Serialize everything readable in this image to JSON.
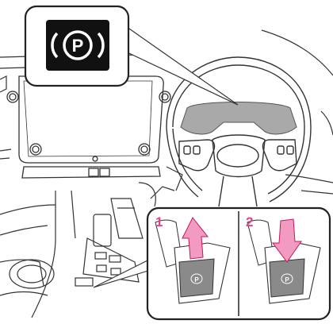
{
  "indicator": {
    "symbol_letter": "P",
    "icon": "parking-brake-indicator-icon",
    "background_color": "#111111",
    "symbol_color": "#ffffff"
  },
  "switch": {
    "icon": "electric-parking-brake-switch-icon",
    "symbol_letter": "P"
  },
  "steps": [
    {
      "number": "1",
      "icon": "arrow-up-icon",
      "action": "pull"
    },
    {
      "number": "2",
      "icon": "arrow-down-icon",
      "action": "push"
    }
  ],
  "colors": {
    "step_number": "#d9468f",
    "arrow": "#f29ac2",
    "arrow_stroke": "#c2185b",
    "cluster_screen": "#a9a9a9",
    "line": "#333333"
  }
}
